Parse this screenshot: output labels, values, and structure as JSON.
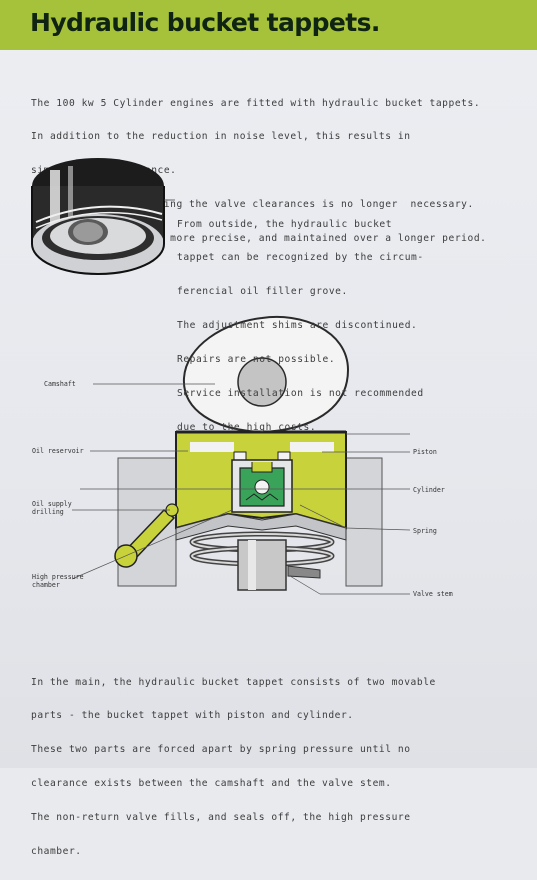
{
  "header": {
    "title": "Hydraulic bucket tappets."
  },
  "intro": {
    "lines": [
      "The 100 kw 5 Cylinder engines are fitted with hydraulic bucket tappets.",
      "In addition to the reduction in noise level, this results in",
      "simplified maintenance.",
      "- Checking and adjusting the valve clearances is no longer  necessary.",
      "- The valve timing is more precise, and maintained over a longer period."
    ]
  },
  "tappet_description": {
    "lines": [
      "From outside, the hydraulic bucket",
      "tappet can be recognized by the circum-",
      "ferencial oil filler grove.",
      "The adjustment shims are discontinued.",
      "Repairs are not possible.",
      "Service installation is not recommended",
      "due to the high costs."
    ]
  },
  "diagram_labels": {
    "camshaft": "Camshaft",
    "oil_reservoir": "Oil reservoir",
    "oil_supply": "Oil supply\ndrilling",
    "high_pressure": "High pressure\nchamber",
    "piston": "Piston",
    "cylinder": "Cylinder",
    "spring": "Spring",
    "valve_stem": "Valve stem"
  },
  "summary": {
    "lines": [
      "In the main, the hydraulic bucket tappet consists of two movable",
      "parts - the bucket tappet with piston and cylinder.",
      "These two parts are forced apart by spring pressure until no",
      "clearance exists between the camshaft and the valve stem.",
      "The non-return valve fills, and seals off, the high pressure",
      "chamber."
    ]
  },
  "colors": {
    "accent_green": "#a6c13a",
    "oil_yellow": "#c8d23a",
    "valve_green": "#3aa35a"
  }
}
